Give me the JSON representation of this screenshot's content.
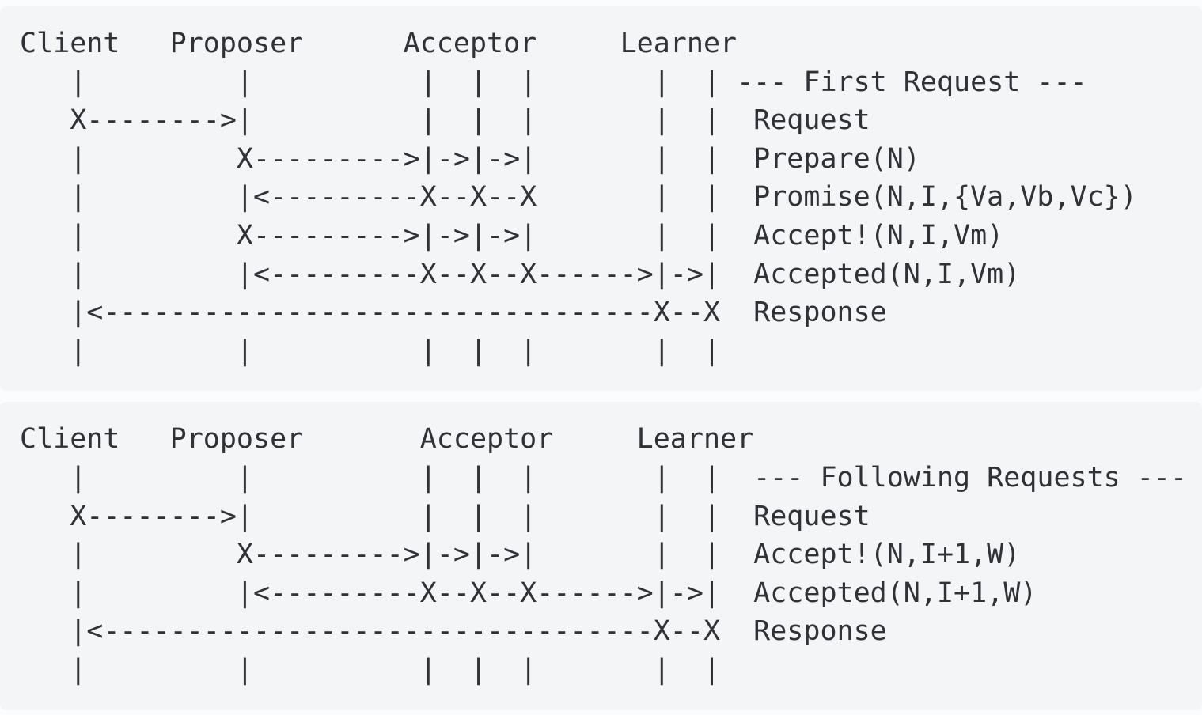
{
  "theme": {
    "page_bg": "#fbfcfd",
    "panel_bg": "#f4f5f7",
    "text_color": "#2f3237"
  },
  "diagrams": [
    {
      "id": "first-request",
      "phase_label": "--- First Request ---",
      "actors": [
        "Client",
        "Proposer",
        "Acceptor",
        "Learner"
      ],
      "messages": [
        "Request",
        "Prepare(N)",
        "Promise(N,I,{Va,Vb,Vc})",
        "Accept!(N,I,Vm)",
        "Accepted(N,I,Vm)",
        "Response"
      ],
      "ascii_lines": [
        "Client   Proposer      Acceptor     Learner",
        "   |         |          |  |  |       |  | --- First Request ---",
        "   X-------->|          |  |  |       |  |  Request",
        "   |         X--------->|->|->|       |  |  Prepare(N)",
        "   |         |<---------X--X--X       |  |  Promise(N,I,{Va,Vb,Vc})",
        "   |         X--------->|->|->|       |  |  Accept!(N,I,Vm)",
        "   |         |<---------X--X--X------>|->|  Accepted(N,I,Vm)",
        "   |<---------------------------------X--X  Response",
        "   |         |          |  |  |       |  |"
      ]
    },
    {
      "id": "following-requests",
      "phase_label": "--- Following Requests ---",
      "actors": [
        "Client",
        "Proposer",
        "Acceptor",
        "Learner"
      ],
      "messages": [
        "Request",
        "Accept!(N,I+1,W)",
        "Accepted(N,I+1,W)",
        "Response"
      ],
      "ascii_lines": [
        "Client   Proposer       Acceptor     Learner",
        "   |         |          |  |  |       |  |  --- Following Requests ---",
        "   X-------->|          |  |  |       |  |  Request",
        "   |         X--------->|->|->|       |  |  Accept!(N,I+1,W)",
        "   |         |<---------X--X--X------>|->|  Accepted(N,I+1,W)",
        "   |<---------------------------------X--X  Response",
        "   |         |          |  |  |       |  |"
      ]
    }
  ]
}
